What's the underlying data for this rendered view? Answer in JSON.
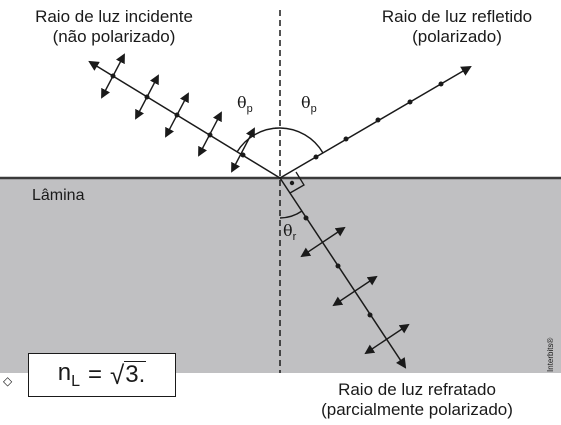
{
  "labels": {
    "incident_line1": "Raio de luz incidente",
    "incident_line2": "(não polarizado)",
    "reflected_line1": "Raio de luz refletido",
    "reflected_line2": "(polarizado)",
    "refracted_line1": "Raio de luz refratado",
    "refracted_line2": "(parcialmente polarizado)",
    "plate": "Lâmina",
    "theta": "θ",
    "theta_p_sub": "p",
    "theta_r_sub": "r",
    "credit": "Interbits®"
  },
  "formula": {
    "n": "n",
    "sub": "L",
    "eq": "=",
    "radicand": "3.",
    "marker": "◇"
  },
  "colors": {
    "plate": "#c0c0c2",
    "line": "#1a1a1a"
  }
}
